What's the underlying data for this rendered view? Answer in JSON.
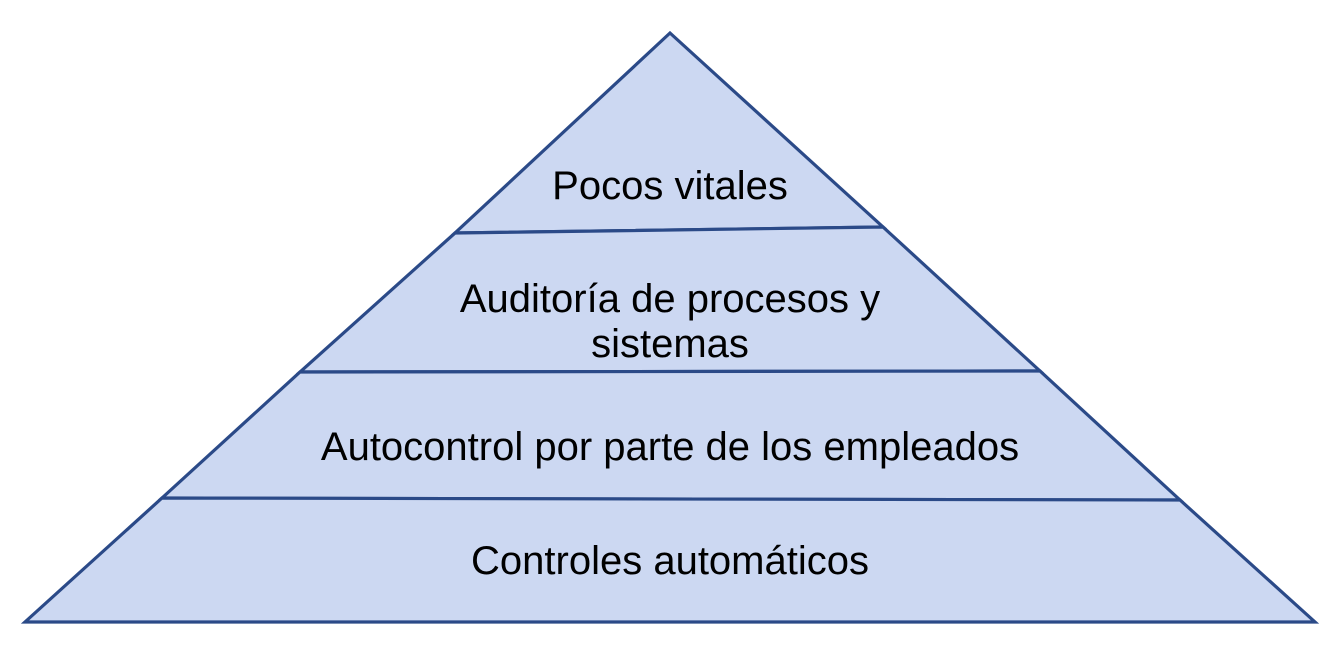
{
  "diagram": {
    "type": "pyramid",
    "level_count": 4,
    "levels": [
      {
        "label": "Pocos vitales"
      },
      {
        "label": "Auditoría de procesos y sistemas"
      },
      {
        "label": "Autocontrol por parte de los empleados"
      },
      {
        "label": "Controles automáticos"
      }
    ],
    "colors": {
      "fill": "#ccd8f2",
      "stroke": "#2b4a88",
      "text": "#000000",
      "background": "#ffffff"
    }
  }
}
